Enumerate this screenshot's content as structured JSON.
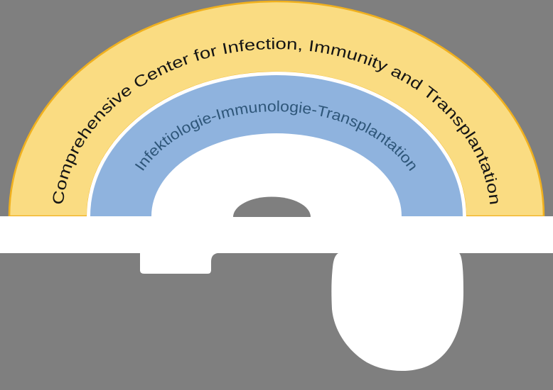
{
  "diagram": {
    "kind": "logo-rainbow-arcs",
    "arcs": {
      "outer": {
        "label": "Comprehensive Center for Infection, Immunity and Transplantation"
      },
      "inner": {
        "label": "Infektiologie-Immunologie-Transplantation"
      }
    }
  },
  "colors": {
    "background": "#7F7F7F",
    "outer_arc_fill": "#FADC82",
    "outer_arc_border": "#F0B01E",
    "outer_arc_text": "#151515",
    "inner_arc_fill": "#8FB3DE",
    "inner_arc_text": "#2E5679",
    "base_fill": "#FFFFFF"
  }
}
